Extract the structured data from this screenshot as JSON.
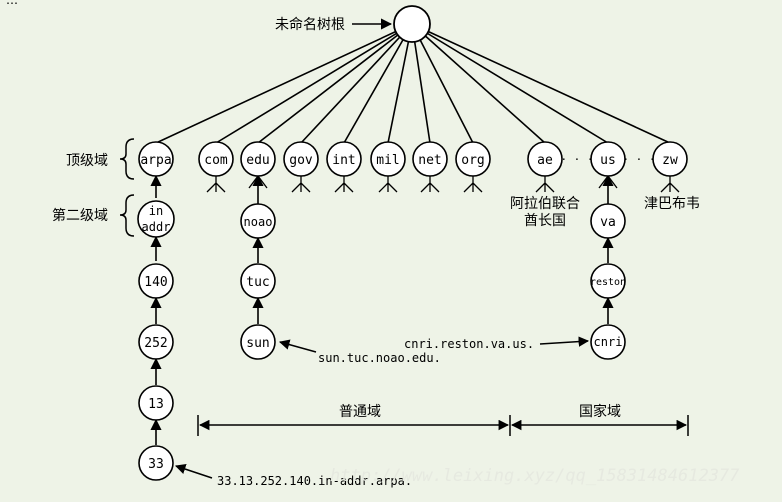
{
  "header": {
    "partial_text": "…"
  },
  "root": {
    "label": "未命名树根"
  },
  "levels": {
    "top": "顶级域",
    "second": "第二级域"
  },
  "tld": {
    "arpa": "arpa",
    "com": "com",
    "edu": "edu",
    "gov": "gov",
    "int": "int",
    "mil": "mil",
    "net": "net",
    "org": "org",
    "ae": "ae",
    "us": "us",
    "zw": "zw",
    "ellipsis_1": "· · ·",
    "ellipsis_2": "· · ·"
  },
  "country_names": {
    "ae_line1": "阿拉伯联合",
    "ae_line2": "酋长国",
    "zw": "津巴布韦"
  },
  "nodes": {
    "in_addr_line1": "in",
    "in_addr_line2": "addr",
    "n140": "140",
    "n252": "252",
    "n13": "13",
    "n33": "33",
    "noao": "noao",
    "tuc": "tuc",
    "sun": "sun",
    "va": "va",
    "reston": "reston",
    "cnri": "cnri"
  },
  "annotations": {
    "sun": "sun.tuc.noao.edu.",
    "cnri": "cnri.reston.va.us.",
    "arpa": "33.13.252.140.in-addr.arpa."
  },
  "ranges": {
    "generic": "普通域",
    "country": "国家域"
  },
  "watermark": "http://www.leixing.xyz/qq_15831484612377"
}
